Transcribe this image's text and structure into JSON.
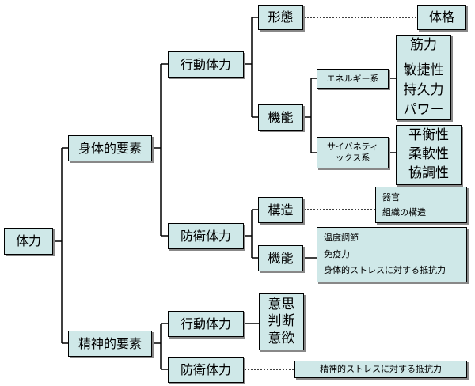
{
  "nodes": {
    "tairyoku": "体力",
    "shintai": "身体的要素",
    "seishin": "精神的要素",
    "koudou1": "行動体力",
    "bouei1": "防衛体力",
    "koudou2": "行動体力",
    "bouei2": "防衛体力",
    "keitai": "形態",
    "kinou1": "機能",
    "kouzou": "構造",
    "kinou2": "機能",
    "taikaku": "体格",
    "energy": "エネルギー系",
    "cyber": "サイバネティックス系",
    "energy_items": [
      "筋力",
      "敏捷性",
      "持久力",
      "パワー"
    ],
    "cyber_items": [
      "平衡性",
      "柔軟性",
      "協調性"
    ],
    "kouzou_items": [
      "器官",
      "組織の構造"
    ],
    "kinou2_items": [
      "温度調節",
      "免疫力",
      "身体的ストレスに対する抵抗力"
    ],
    "seishin_koudou_items": [
      "意思",
      "判断",
      "意欲"
    ],
    "seishin_bouei_item": "精神的ストレスに対する抵抗力"
  }
}
